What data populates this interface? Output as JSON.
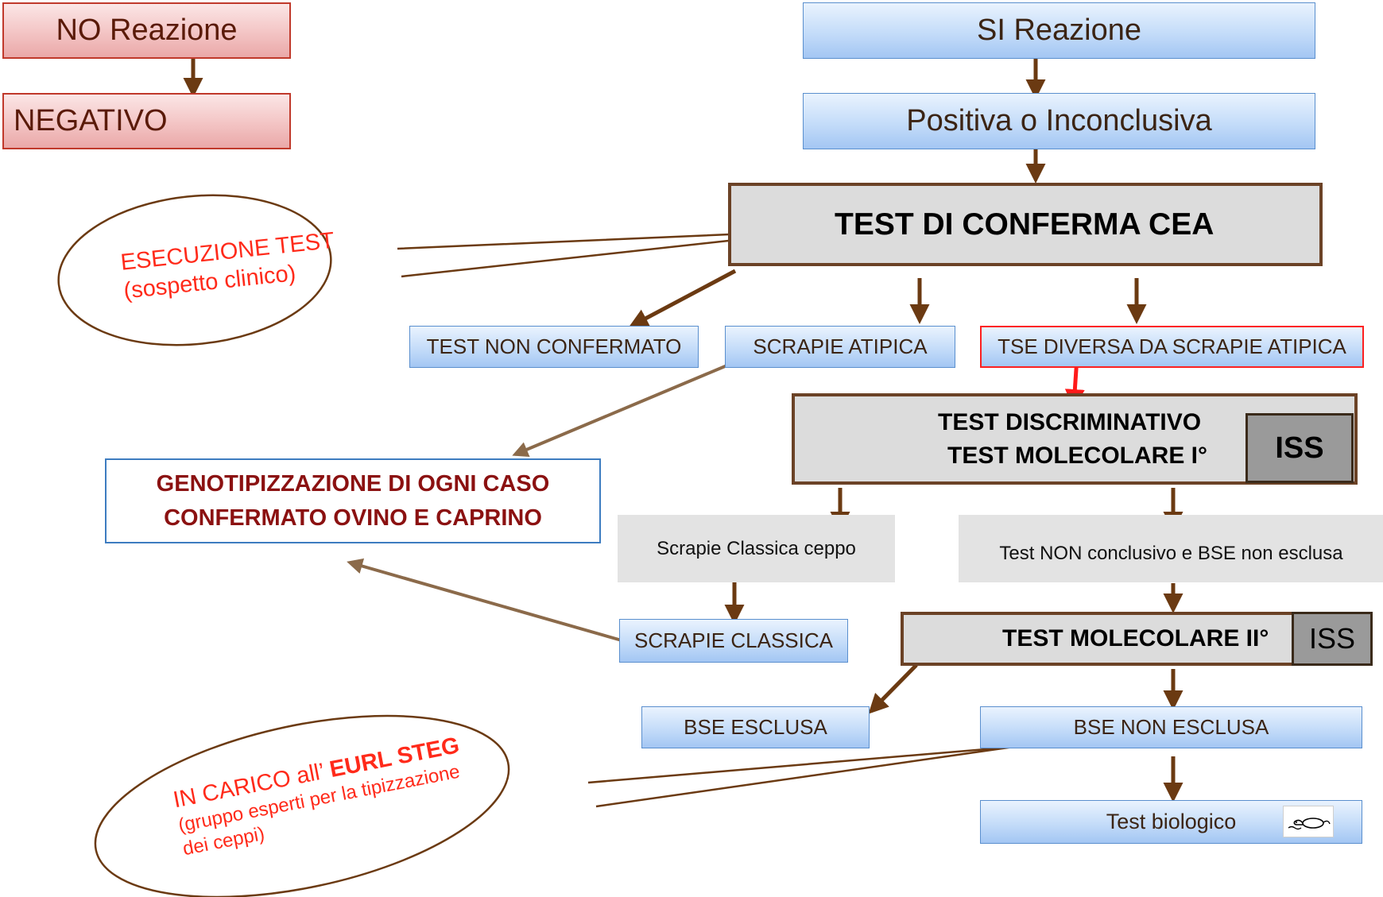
{
  "top_left": {
    "no_reazione": "NO Reazione",
    "negativo": "NEGATIVO"
  },
  "top_right": {
    "si_reazione": "SI Reazione",
    "positiva": "Positiva o Inconclusiva"
  },
  "test_conferma": "TEST DI CONFERMA CEA",
  "callout_esecuzione": {
    "line1": "ESECUZIONE TEST",
    "line2": "(sospetto clinico)"
  },
  "outcomes": {
    "non_confermato": "TEST NON CONFERMATO",
    "scrapie_atipica": "SCRAPIE ATIPICA",
    "tse_diversa": "TSE DIVERSA DA SCRAPIE ATIPICA"
  },
  "test_discriminativo": {
    "line1": "TEST DISCRIMINATIVO",
    "line2": "TEST MOLECOLARE I°",
    "badge": "ISS"
  },
  "genotipizzazione": {
    "line1": "GENOTIPIZZAZIONE  DI OGNI CASO",
    "line2": "CONFERMATO OVINO E CAPRINO"
  },
  "scrapie_classica_ceppo": "Scrapie Classica ceppo",
  "test_non_conclusivo": "Test NON conclusivo e BSE non esclusa",
  "scrapie_classica": "SCRAPIE CLASSICA",
  "test_molecolare_2": {
    "label": "TEST MOLECOLARE II°",
    "badge": "ISS"
  },
  "bse_esclusa": "BSE ESCLUSA",
  "bse_non_esclusa": "BSE NON ESCLUSA",
  "test_biologico": "Test biologico",
  "callout_eurl": {
    "line1_prefix": "IN CARICO all’ ",
    "line1_strong": "EURL STEG",
    "line2": "(gruppo esperti per la tipizzazione",
    "line3": "dei ceppi)"
  },
  "colors": {
    "arrow_dark": "#6b3a12",
    "arrow_light": "#8b6a4a",
    "arrow_red": "#ff1a1a",
    "callout_text": "#ff2a1a",
    "geno_text": "#8b1111"
  },
  "icons": {
    "mouse": "mouse-icon"
  }
}
